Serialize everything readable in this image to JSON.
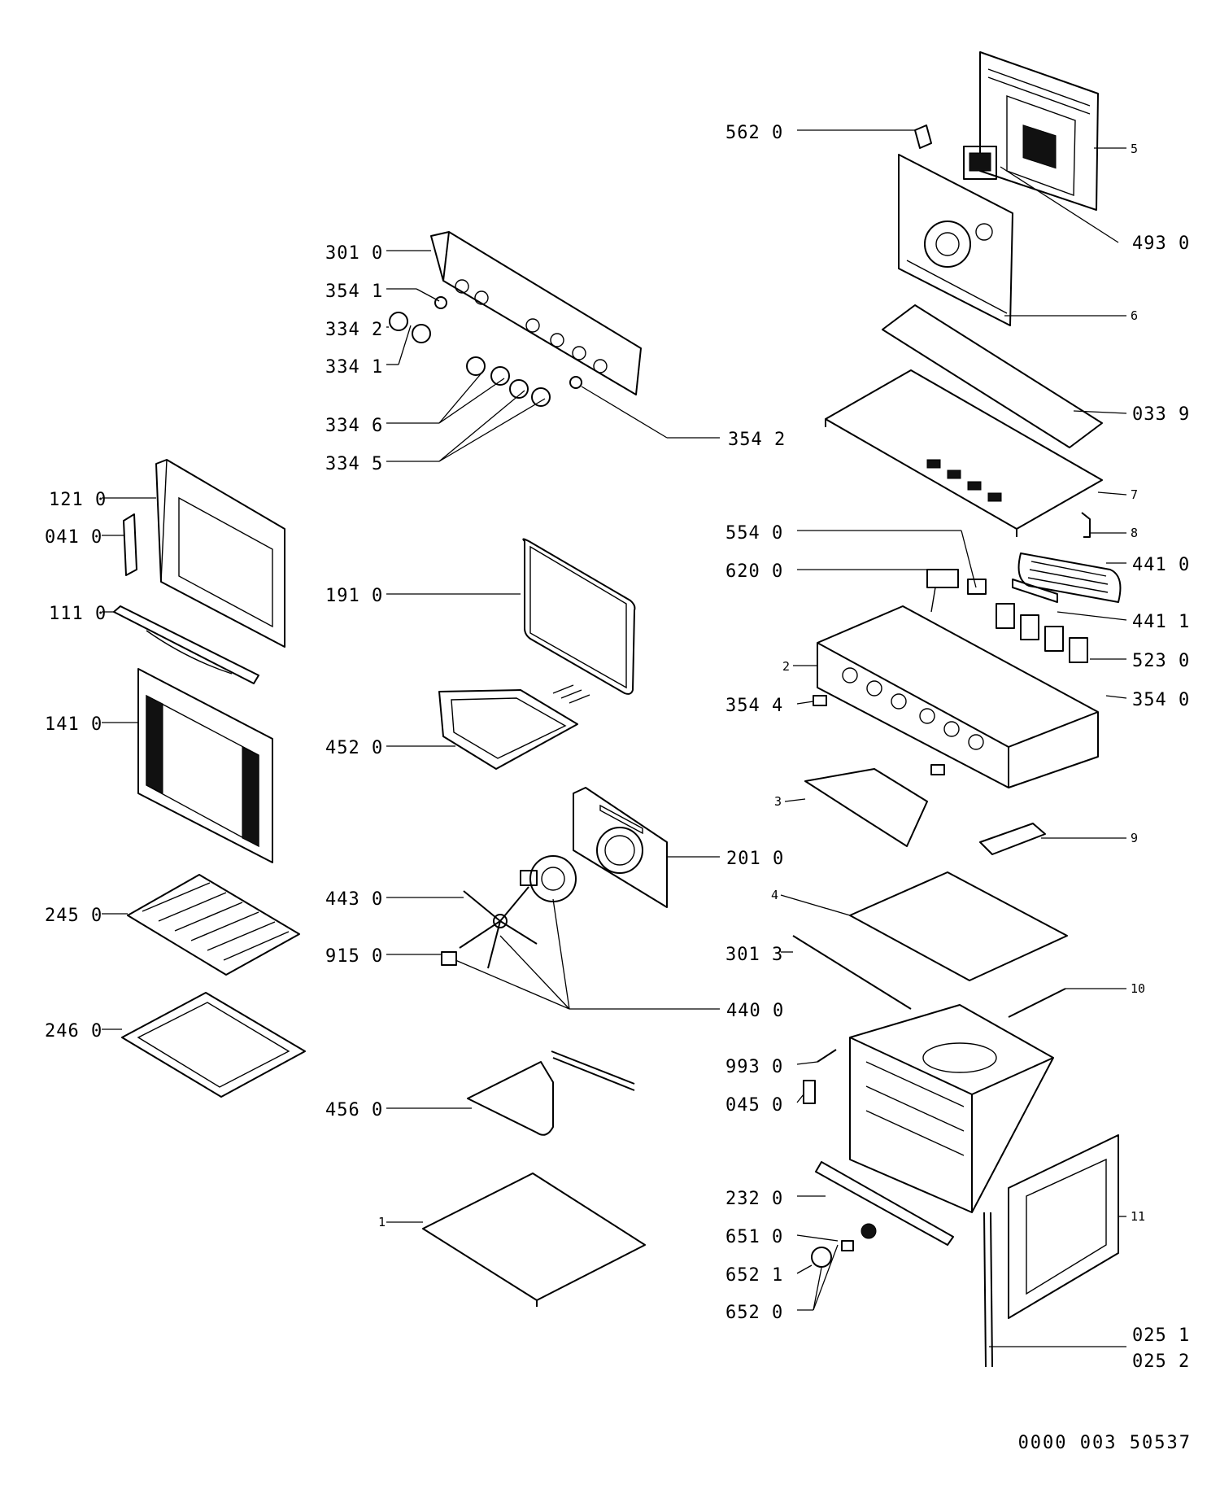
{
  "title": "",
  "document_id": "0000 003 50537",
  "callouts": [
    {
      "ref": "562 0",
      "side": "left"
    },
    {
      "ref": "5",
      "side": "right"
    },
    {
      "ref": "493 0",
      "side": "right"
    },
    {
      "ref": "301 0",
      "side": "left"
    },
    {
      "ref": "6",
      "side": "right"
    },
    {
      "ref": "354 1",
      "side": "left"
    },
    {
      "ref": "334 2",
      "side": "left"
    },
    {
      "ref": "334 1",
      "side": "left"
    },
    {
      "ref": "033 9",
      "side": "right"
    },
    {
      "ref": "334 6",
      "side": "left"
    },
    {
      "ref": "354 2",
      "side": "right"
    },
    {
      "ref": "334 5",
      "side": "left"
    },
    {
      "ref": "7",
      "side": "right"
    },
    {
      "ref": "121 0",
      "side": "left"
    },
    {
      "ref": "554 0",
      "side": "left"
    },
    {
      "ref": "8",
      "side": "right"
    },
    {
      "ref": "041 0",
      "side": "left"
    },
    {
      "ref": "441 0",
      "side": "right"
    },
    {
      "ref": "620 0",
      "side": "left"
    },
    {
      "ref": "191 0",
      "side": "left"
    },
    {
      "ref": "111 0",
      "side": "left"
    },
    {
      "ref": "441 1",
      "side": "right"
    },
    {
      "ref": "2",
      "side": "left"
    },
    {
      "ref": "523 0",
      "side": "right"
    },
    {
      "ref": "354 4",
      "side": "left"
    },
    {
      "ref": "354 0",
      "side": "right"
    },
    {
      "ref": "141 0",
      "side": "left"
    },
    {
      "ref": "452 0",
      "side": "left"
    },
    {
      "ref": "3",
      "side": "left"
    },
    {
      "ref": "9",
      "side": "right"
    },
    {
      "ref": "201 0",
      "side": "right"
    },
    {
      "ref": "443 0",
      "side": "left"
    },
    {
      "ref": "4",
      "side": "left"
    },
    {
      "ref": "245 0",
      "side": "left"
    },
    {
      "ref": "915 0",
      "side": "left"
    },
    {
      "ref": "301 3",
      "side": "left"
    },
    {
      "ref": "10",
      "side": "right"
    },
    {
      "ref": "440 0",
      "side": "right"
    },
    {
      "ref": "246 0",
      "side": "left"
    },
    {
      "ref": "993 0",
      "side": "left"
    },
    {
      "ref": "045 0",
      "side": "left"
    },
    {
      "ref": "456 0",
      "side": "left"
    },
    {
      "ref": "232 0",
      "side": "left"
    },
    {
      "ref": "1",
      "side": "left"
    },
    {
      "ref": "11",
      "side": "right"
    },
    {
      "ref": "651 0",
      "side": "left"
    },
    {
      "ref": "652 1",
      "side": "left"
    },
    {
      "ref": "652 0",
      "side": "left"
    },
    {
      "ref": "025 1",
      "side": "right"
    },
    {
      "ref": "025 2",
      "side": "right"
    }
  ]
}
